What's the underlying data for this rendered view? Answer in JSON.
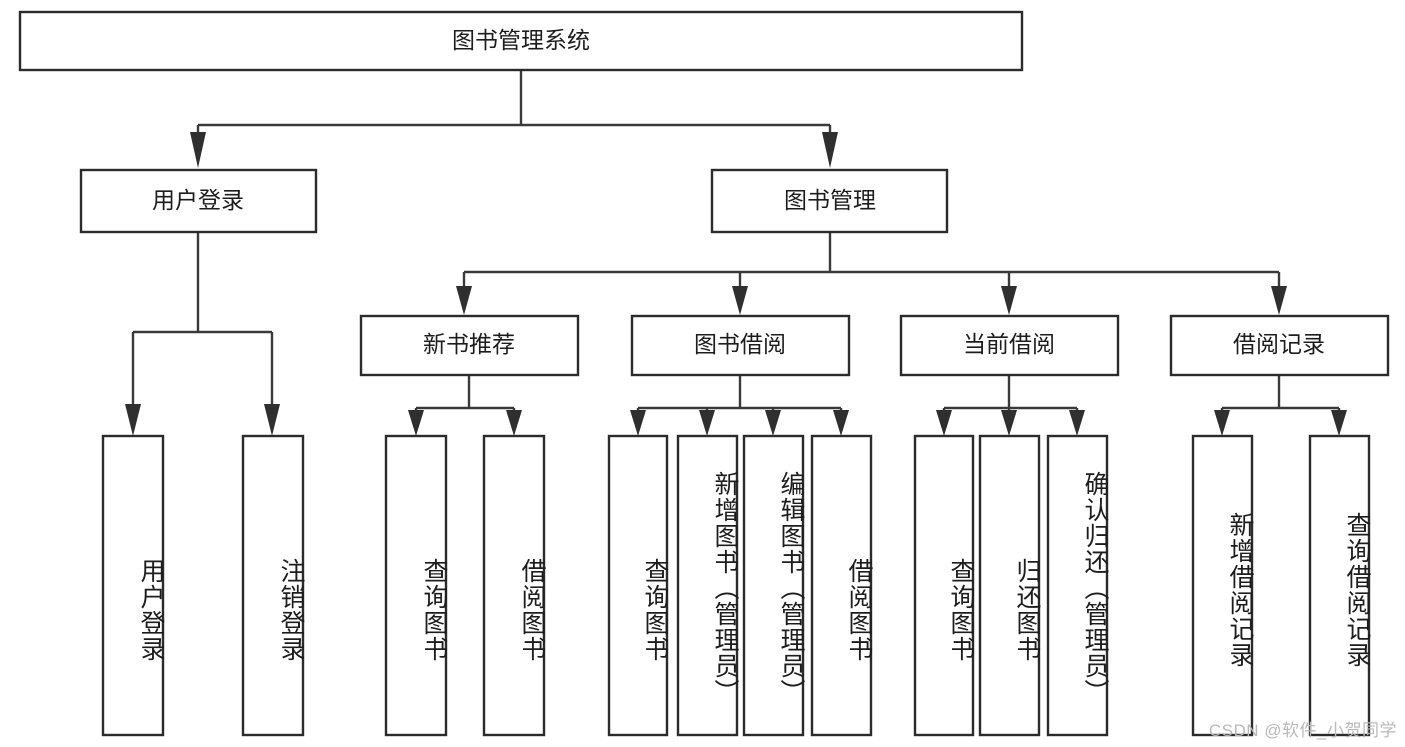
{
  "diagram": {
    "type": "tree-hierarchy",
    "title": "图书管理系统功能结构图",
    "root": {
      "id": "root",
      "label": "图书管理系统"
    },
    "level2": [
      {
        "id": "user-login",
        "label": "用户登录"
      },
      {
        "id": "book-manage",
        "label": "图书管理"
      }
    ],
    "level3": [
      {
        "id": "new-book-recommend",
        "label": "新书推荐",
        "parent": "book-manage"
      },
      {
        "id": "book-borrow",
        "label": "图书借阅",
        "parent": "book-manage"
      },
      {
        "id": "current-borrow",
        "label": "当前借阅",
        "parent": "book-manage"
      },
      {
        "id": "borrow-record",
        "label": "借阅记录",
        "parent": "book-manage"
      }
    ],
    "leaves": [
      {
        "id": "leaf-user-login",
        "label": "用户登录",
        "parent": "user-login"
      },
      {
        "id": "leaf-user-logout",
        "label": "注销登录",
        "parent": "user-login"
      },
      {
        "id": "leaf-query-book-1",
        "label": "查询图书",
        "parent": "new-book-recommend"
      },
      {
        "id": "leaf-borrow-book-1",
        "label": "借阅图书",
        "parent": "new-book-recommend"
      },
      {
        "id": "leaf-query-book-2",
        "label": "查询图书",
        "parent": "book-borrow"
      },
      {
        "id": "leaf-add-book",
        "label": "新增图书（管理员）",
        "parent": "book-borrow"
      },
      {
        "id": "leaf-edit-book",
        "label": "编辑图书（管理员）",
        "parent": "book-borrow"
      },
      {
        "id": "leaf-borrow-book-2",
        "label": "借阅图书",
        "parent": "book-borrow"
      },
      {
        "id": "leaf-query-book-3",
        "label": "查询图书",
        "parent": "current-borrow"
      },
      {
        "id": "leaf-return-book",
        "label": "归还图书",
        "parent": "current-borrow"
      },
      {
        "id": "leaf-confirm-return",
        "label": "确认归还（管理员）",
        "parent": "current-borrow"
      },
      {
        "id": "leaf-add-record",
        "label": "新增借阅记录",
        "parent": "borrow-record"
      },
      {
        "id": "leaf-query-record",
        "label": "查询借阅记录",
        "parent": "borrow-record"
      }
    ]
  },
  "watermark": {
    "text": "CSDN @软件_小贺同学"
  },
  "colors": {
    "box_stroke": "#2b2b2b",
    "box_fill": "#ffffff",
    "connector": "#3a3a3a",
    "text": "#1d1d1d",
    "watermark": "#b9b9b9",
    "background": "#ffffff"
  }
}
